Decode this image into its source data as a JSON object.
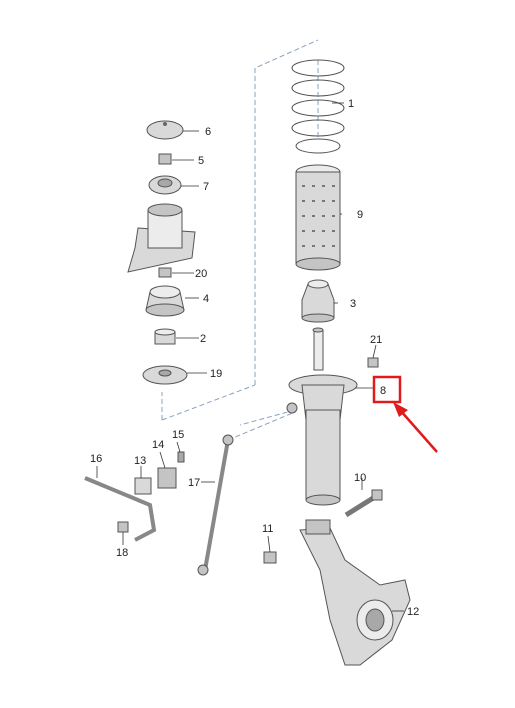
{
  "diagram": {
    "callouts": {
      "p1": "1",
      "p2": "2",
      "p3": "3",
      "p4": "4",
      "p5": "5",
      "p6": "6",
      "p7": "7",
      "p8": "8",
      "p9": "9",
      "p10": "10",
      "p11": "11",
      "p12": "12",
      "p13": "13",
      "p14": "14",
      "p15": "15",
      "p16": "16",
      "p17": "17",
      "p18": "18",
      "p19": "19",
      "p20": "20",
      "p21": "21"
    },
    "highlight_callout": "8",
    "highlight_color": "#e01b1b"
  }
}
